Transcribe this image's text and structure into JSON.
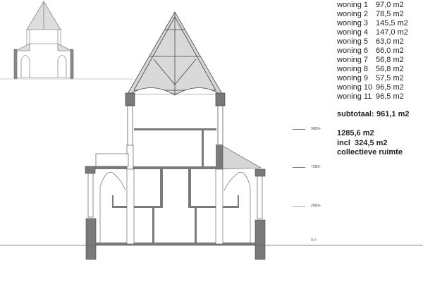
{
  "areas": [
    {
      "name": "woning 1",
      "area": "97,0 m2"
    },
    {
      "name": "woning 2",
      "area": "78,5 m2"
    },
    {
      "name": "woning 3",
      "area": "145,5 m2"
    },
    {
      "name": "woning 4",
      "area": "147,0 m2"
    },
    {
      "name": "woning 5",
      "area": "63,0 m2"
    },
    {
      "name": "woning 6",
      "area": "66,0 m2"
    },
    {
      "name": "woning 7",
      "area": "56,8 m2"
    },
    {
      "name": "woning 8",
      "area": "56,8 m2"
    },
    {
      "name": "woning 9",
      "area": "57,5 m2"
    },
    {
      "name": "woning 10",
      "area": "96,5 m2"
    },
    {
      "name": "woning 11",
      "area": "96,5 m2"
    }
  ],
  "subtotal": {
    "label": "subtotaal:",
    "value": "961,1 m2"
  },
  "total": {
    "value": "1285,6 m2",
    "incl": "incl  324,5 m2",
    "note": "collectieve ruimte"
  },
  "levels": [
    "9880+",
    "7280+",
    "2680+",
    "0+/-"
  ],
  "colors": {
    "wall": "#7a7a7a",
    "roof_fill": "#d6d6d6",
    "line": "#444444"
  }
}
